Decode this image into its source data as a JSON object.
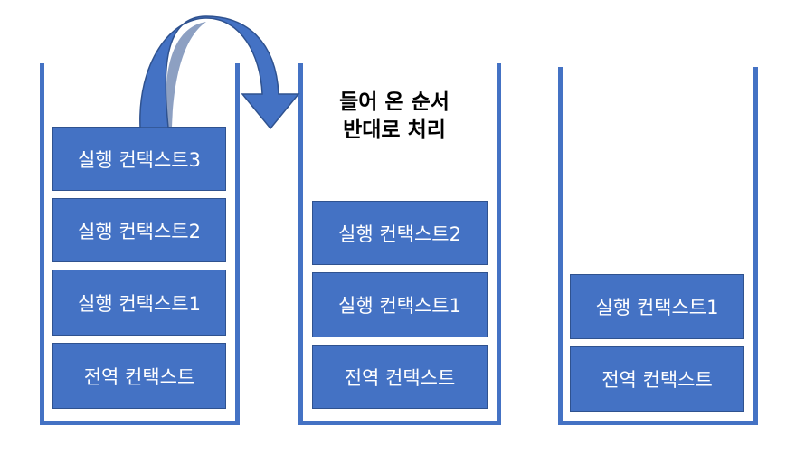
{
  "stacks": [
    {
      "blocks": [
        "실행 컨택스트3",
        "실행 컨택스트2",
        "실행 컨택스트1",
        "전역 컨택스트"
      ]
    },
    {
      "blocks": [
        "실행 컨택스트2",
        "실행 컨택스트1",
        "전역 컨택스트"
      ]
    },
    {
      "blocks": [
        "실행 컨택스트1",
        "전역 컨택스트"
      ]
    }
  ],
  "caption": {
    "line1": "들어 온 순서",
    "line2": "반대로 처리"
  },
  "colors": {
    "block_fill": "#4472C4",
    "block_border": "#2F528F",
    "wall": "#4472C4",
    "text": "#FFFFFF"
  },
  "icons": [
    "curved-pop-arrow-icon"
  ]
}
